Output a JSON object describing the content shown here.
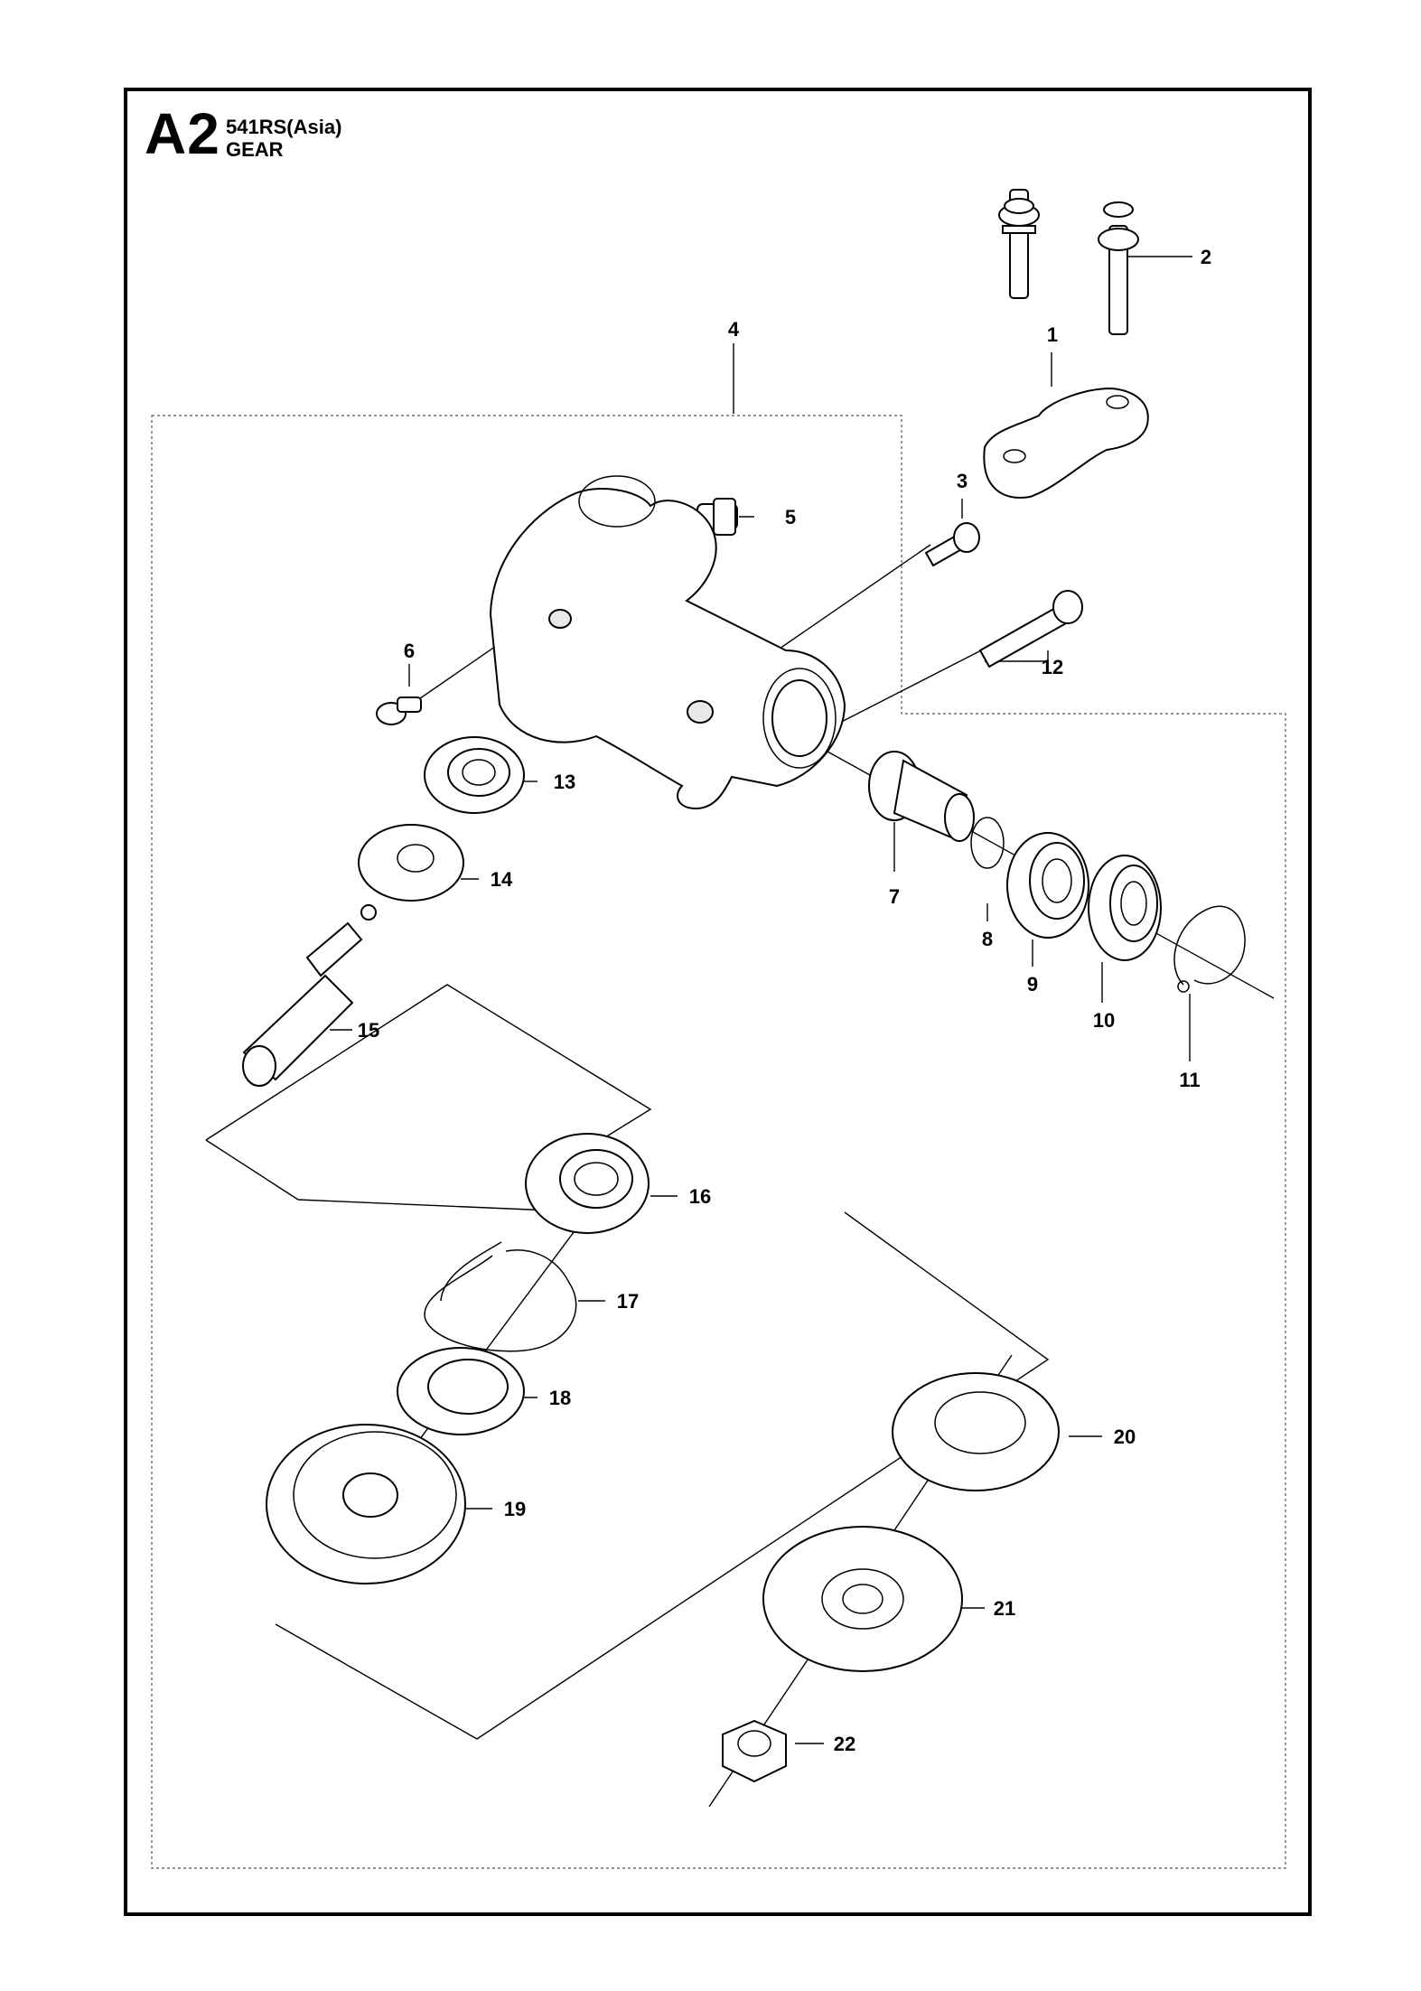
{
  "header": {
    "section_code": "A2",
    "model": "541RS(Asia)",
    "group": "GEAR"
  },
  "callouts": [
    "1",
    "2",
    "3",
    "4",
    "5",
    "6",
    "7",
    "8",
    "9",
    "10",
    "11",
    "12",
    "13",
    "14",
    "15",
    "16",
    "17",
    "18",
    "19",
    "20",
    "21",
    "22"
  ]
}
